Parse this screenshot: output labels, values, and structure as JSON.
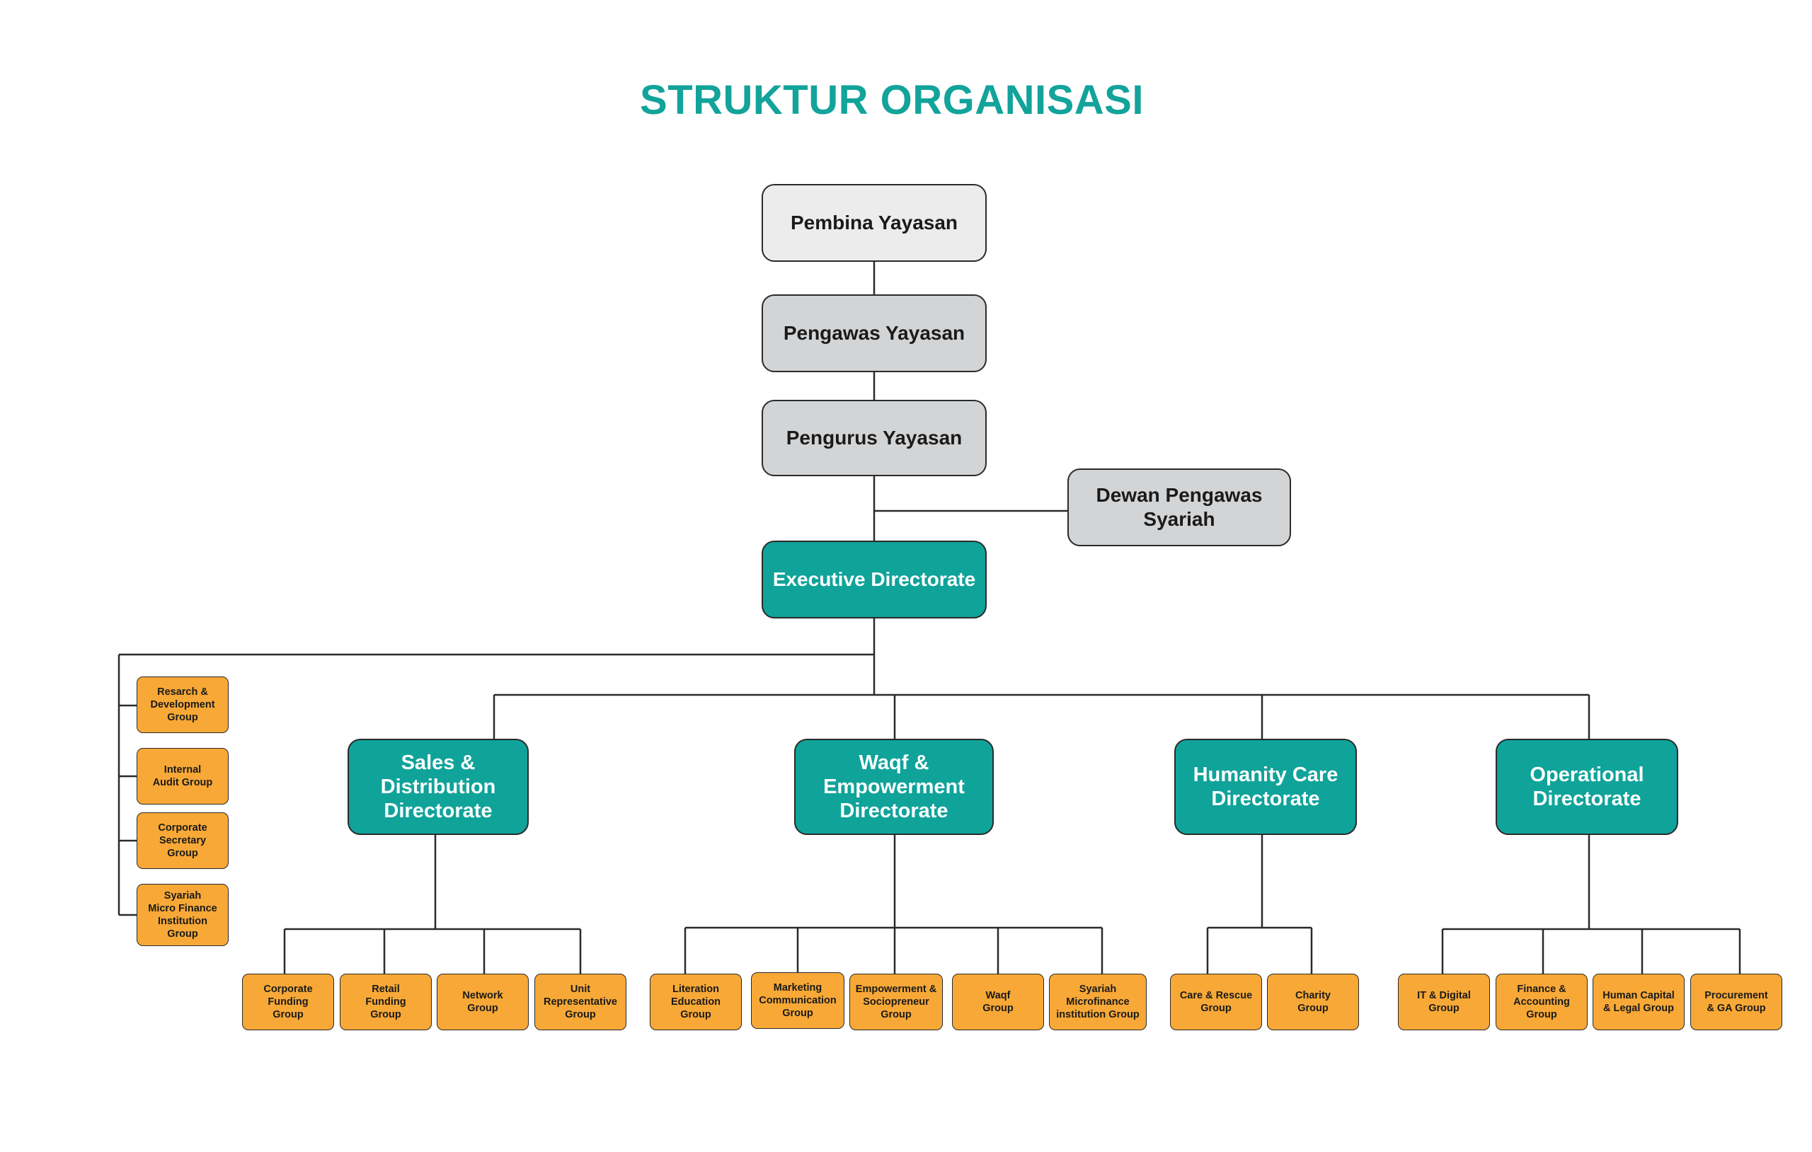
{
  "title": "STRUKTUR ORGANISASI",
  "colors": {
    "teal": "#0fa39a",
    "orange": "#f7a836",
    "gray": "#d3d4d6",
    "light_gray": "#ececec",
    "line": "#2a2a2a"
  },
  "board": {
    "pembina": "Pembina Yayasan",
    "pengawas": "Pengawas Yayasan",
    "pengurus": "Pengurus Yayasan",
    "dewan": "Dewan Pengawas\nSyariah",
    "executive": "Executive Directorate"
  },
  "staff_groups": [
    "Resarch &\nDevelopment\nGroup",
    "Internal\nAudit Group",
    "Corporate\nSecretary\nGroup",
    "Syariah\nMicro Finance\nInstitution\nGroup"
  ],
  "directorates": [
    {
      "name": "Sales &\nDistribution\nDirectorate",
      "groups": [
        "Corporate\nFunding\nGroup",
        "Retail\nFunding\nGroup",
        "Network\nGroup",
        "Unit\nRepresentative\nGroup"
      ]
    },
    {
      "name": "Waqf &\nEmpowerment\nDirectorate",
      "groups": [
        "Literation\nEducation\nGroup",
        "Marketing\nCommunication\nGroup",
        "Empowerment &\nSociopreneur\nGroup",
        "Waqf\nGroup",
        "Syariah\nMicrofinance\ninstitution Group"
      ]
    },
    {
      "name": "Humanity Care\nDirectorate",
      "groups": [
        "Care & Rescue\nGroup",
        "Charity\nGroup"
      ]
    },
    {
      "name": "Operational\nDirectorate",
      "groups": [
        "IT & Digital\nGroup",
        "Finance &\nAccounting\nGroup",
        "Human Capital\n& Legal Group",
        "Procurement\n& GA Group"
      ]
    }
  ]
}
